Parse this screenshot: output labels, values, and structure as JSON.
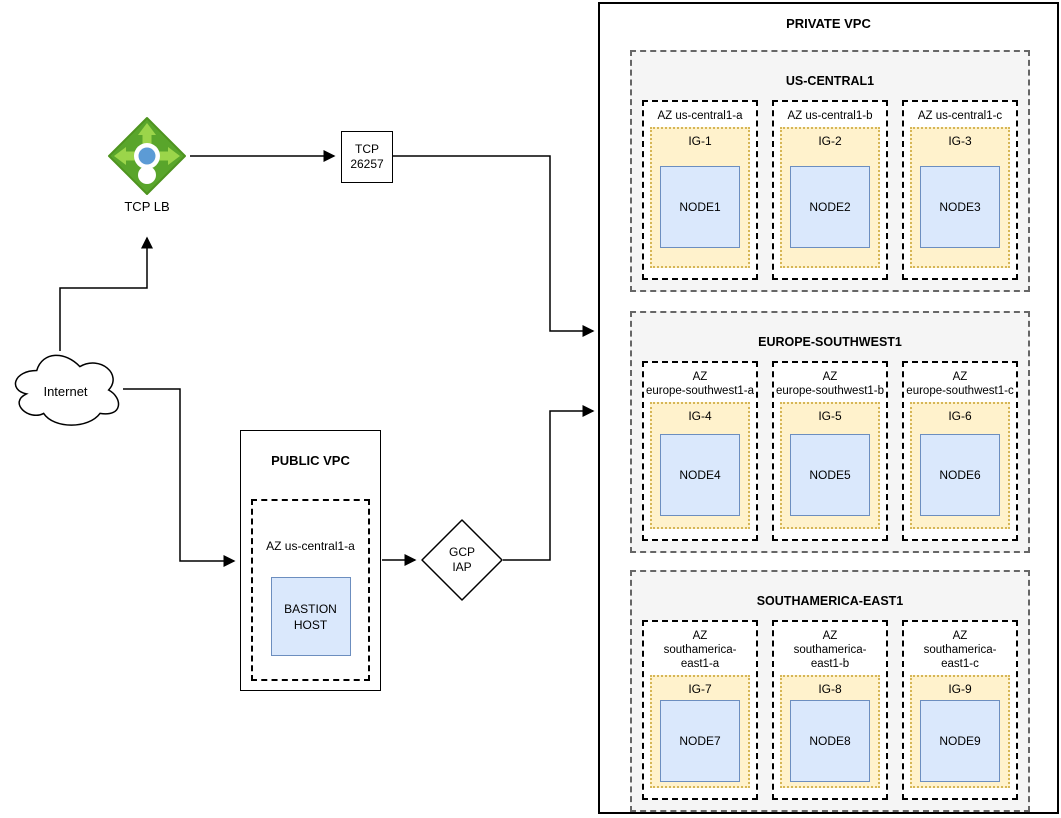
{
  "colors": {
    "region_bg": "#f5f5f5",
    "az_bg": "#ffffff",
    "ig_bg": "#fff2cc",
    "ig_border": "#d6b656",
    "node_bg": "#dae8fc",
    "node_border": "#6c8ebf",
    "lb_green": "#59a52b",
    "lb_arrow_green": "#9bd54a",
    "lb_center_blue": "#5c9bd5",
    "line_color": "#000000"
  },
  "icons": {
    "tcp_lb": "gcp-load-balancer-icon",
    "internet": "cloud-shape",
    "gcp_iap": "diamond-decision-shape"
  },
  "left": {
    "internet_label": "Internet",
    "tcp_lb_label": "TCP LB",
    "tcp_port_label": "TCP\n26257",
    "gcp_iap_label": "GCP\nIAP"
  },
  "public_vpc": {
    "title": "PUBLIC VPC",
    "az_label": "AZ us-central1-a",
    "bastion_label": "BASTION\nHOST"
  },
  "private_vpc": {
    "title": "PRIVATE VPC",
    "regions": [
      {
        "title": "US-CENTRAL1",
        "azs": [
          {
            "az": "AZ us-central1-a",
            "ig": "IG-1",
            "node": "NODE1"
          },
          {
            "az": "AZ us-central1-b",
            "ig": "IG-2",
            "node": "NODE2"
          },
          {
            "az": "AZ us-central1-c",
            "ig": "IG-3",
            "node": "NODE3"
          }
        ]
      },
      {
        "title": "EUROPE-SOUTHWEST1",
        "azs": [
          {
            "az": "AZ\neurope-southwest1-a",
            "ig": "IG-4",
            "node": "NODE4"
          },
          {
            "az": "AZ\neurope-southwest1-b",
            "ig": "IG-5",
            "node": "NODE5"
          },
          {
            "az": "AZ\neurope-southwest1-c",
            "ig": "IG-6",
            "node": "NODE6"
          }
        ]
      },
      {
        "title": "SOUTHAMERICA-EAST1",
        "azs": [
          {
            "az": "AZ\nsouthamerica-\neast1-a",
            "ig": "IG-7",
            "node": "NODE7"
          },
          {
            "az": "AZ\nsouthamerica-\neast1-b",
            "ig": "IG-8",
            "node": "NODE8"
          },
          {
            "az": "AZ\nsouthamerica-\neast1-c",
            "ig": "IG-9",
            "node": "NODE9"
          }
        ]
      }
    ]
  }
}
